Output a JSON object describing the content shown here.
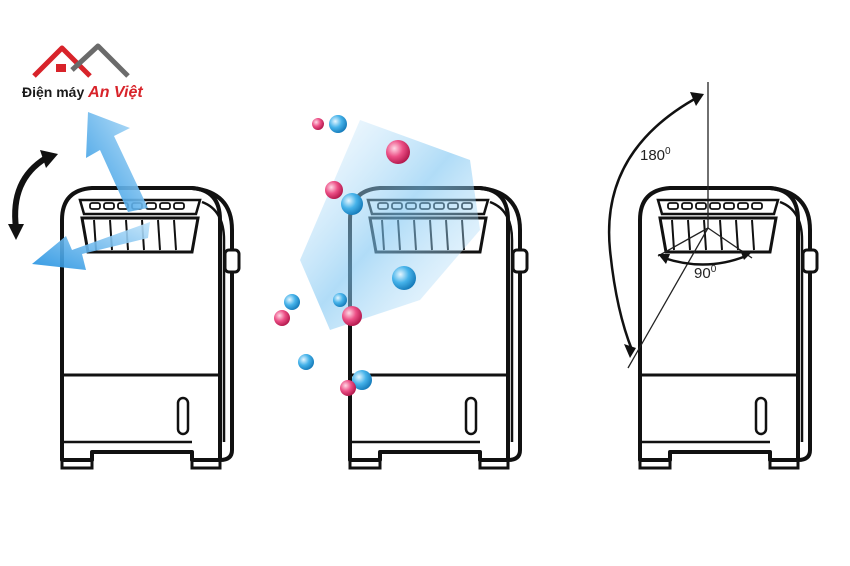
{
  "logo": {
    "text_part1": "Điện máy",
    "text_part2": "An Việt",
    "roof_color": "#d8232a",
    "roof_shadow_color": "#6b6b6b"
  },
  "panels": [
    {
      "id": "swing",
      "arrow_color": "#1e8fe0"
    },
    {
      "id": "ion",
      "particle_colors": [
        "#e8356f",
        "#2aa7e0"
      ]
    },
    {
      "id": "angles",
      "vertical_angle": "180",
      "horizontal_angle": "90",
      "degree_mark": "0"
    }
  ],
  "colors": {
    "outline": "#111111",
    "blue_light": "#9fd4f5",
    "blue": "#1e8fe0",
    "pink": "#e8356f"
  }
}
